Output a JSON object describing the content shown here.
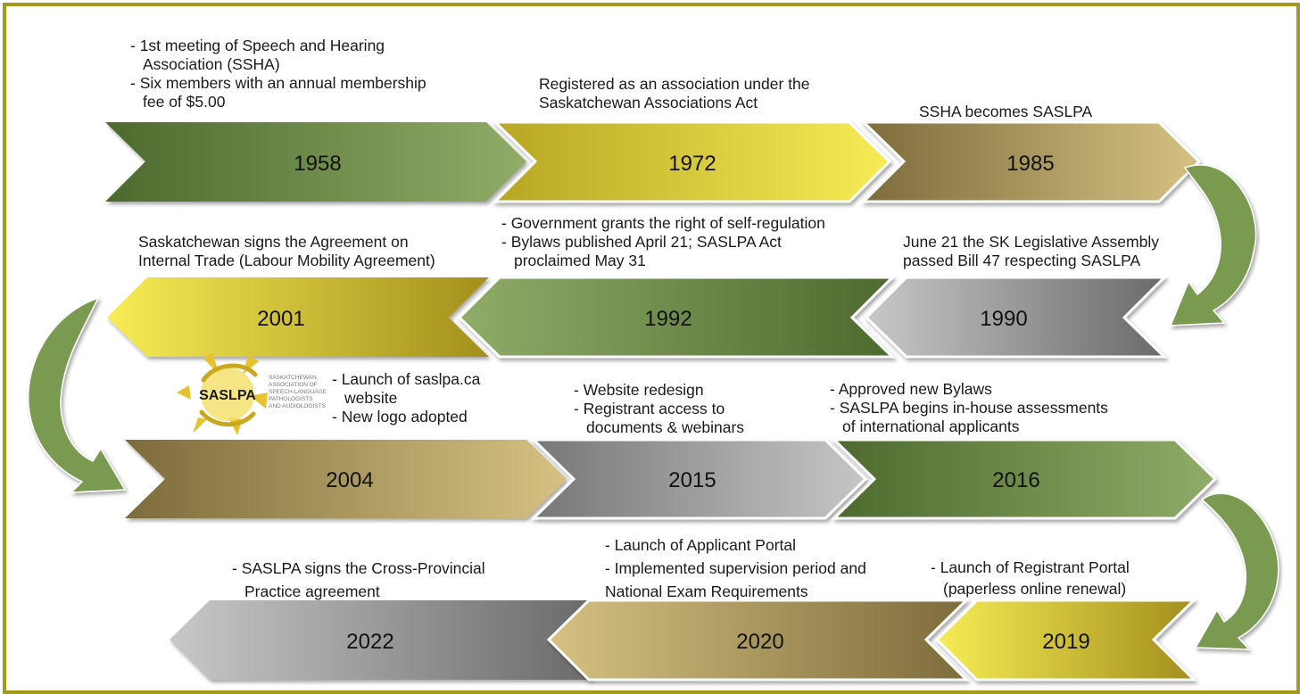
{
  "colors": {
    "frame": "#a39a1a",
    "green_dark": "#4f6b30",
    "green_light": "#8aa765",
    "gold_dark": "#bfae26",
    "gold_light": "#f6ea52",
    "tan_dark": "#847240",
    "tan_light": "#d2bf7c",
    "gray_light": "#c4c4c4",
    "gray_dark": "#6c6c6c",
    "arrow_green": "#7a9b4f"
  },
  "milestones": [
    {
      "year": "1958",
      "lines": [
        "- 1st meeting of Speech and Hearing",
        "Association (SSHA)",
        "- Six members with an annual membership",
        "fee of $5.00"
      ]
    },
    {
      "year": "1972",
      "lines": [
        "Registered as an association under the",
        "Saskatchewan Associations Act"
      ]
    },
    {
      "year": "1985",
      "lines": [
        "SSHA becomes SASLPA"
      ]
    },
    {
      "year": "1990",
      "lines": [
        "June 21 the SK Legislative Assembly",
        "passed Bill 47 respecting SASLPA"
      ]
    },
    {
      "year": "1992",
      "lines": [
        "- Government grants the right of self-regulation",
        "- Bylaws published April 21; SASLPA Act",
        "proclaimed May 31"
      ]
    },
    {
      "year": "2001",
      "lines": [
        "Saskatchewan signs the Agreement on",
        "Internal Trade (Labour Mobility Agreement)"
      ]
    },
    {
      "year": "2004",
      "lines": [
        "- Launch of saslpa.ca",
        "website",
        "- New logo adopted"
      ]
    },
    {
      "year": "2015",
      "lines": [
        "- Website redesign",
        "- Registrant access to",
        "documents & webinars"
      ]
    },
    {
      "year": "2016",
      "lines": [
        "- Approved new Bylaws",
        "- SASLPA begins in-house assessments",
        "of international applicants"
      ]
    },
    {
      "year": "2019",
      "lines": [
        "- Launch of Registrant Portal",
        "(paperless online renewal)"
      ]
    },
    {
      "year": "2020",
      "lines": [
        "- Launch of Applicant Portal",
        "- Implemented supervision period and",
        "National Exam Requirements"
      ]
    },
    {
      "year": "2022",
      "lines": [
        "- SASLPA signs the Cross-Provincial",
        "Practice agreement"
      ]
    }
  ],
  "logo": {
    "abbr": "SASLPA",
    "tagline": [
      "SASKATCHEWAN",
      "ASSOCIATION OF",
      "SPEECH-LANGUAGE",
      "PATHOLOGISTS",
      "AND AUDIOLOGISTS"
    ]
  }
}
